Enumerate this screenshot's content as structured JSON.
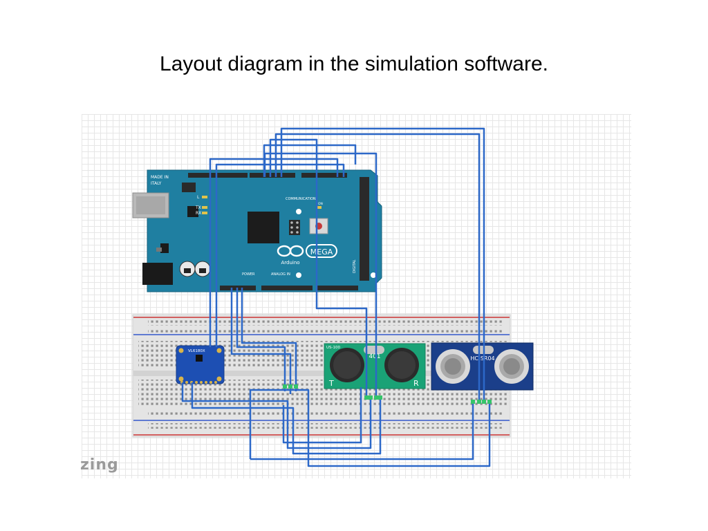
{
  "title": "Layout diagram in the simulation software.",
  "watermark": "zing",
  "arduino": {
    "made_in": "MADE IN",
    "italy": "ITALY",
    "l_label": "L",
    "tx_label": "TX",
    "rx_label": "RX",
    "communication": "COMMUNICATION",
    "on_label": "ON",
    "brand": "MEGA",
    "subbrand": "Arduino",
    "power": "POWER",
    "analog_in": "ANALOG IN",
    "digital": "DIGITAL",
    "color": "#1f7fa1"
  },
  "sensors": {
    "accel_label": "VL6180X",
    "left_sonar_label": "US-100",
    "left_sonar_t": "T",
    "left_sonar_r": "R",
    "left_sonar_mid": "401",
    "right_sonar_label": "HC-SR04"
  },
  "colors": {
    "wire": "#2c68c8",
    "board": "#1f7fa1",
    "accel": "#1d4fb3",
    "sonar_green": "#1aa276",
    "sonar_blue": "#1b3f8a"
  }
}
